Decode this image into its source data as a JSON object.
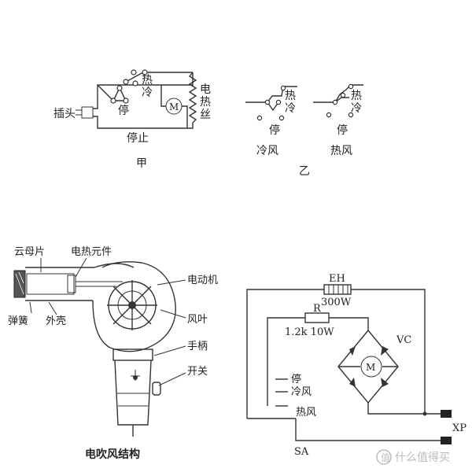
{
  "diagram_jia": {
    "plug_label": "插头",
    "stop_label": "停",
    "hot_label": "热",
    "cold_label": "冷",
    "motor_label": "M",
    "heater_label": "电热丝",
    "bottom_label": "停止",
    "caption": "甲"
  },
  "diagram_yi": {
    "left_hot": "热",
    "left_cold": "冷",
    "left_stop": "停",
    "left_mode": "冷风",
    "right_hot": "热",
    "right_cold": "冷",
    "right_stop": "停",
    "right_mode": "热风",
    "caption": "乙"
  },
  "hairdryer_structure": {
    "mica_label": "云母片",
    "heating_element_label": "电热元件",
    "spring_label": "弹簧",
    "shell_label": "外壳",
    "motor_label": "电动机",
    "fan_label": "风叶",
    "handle_label": "手柄",
    "switch_label": "开关",
    "caption": "电吹风结构"
  },
  "circuit": {
    "eh_label": "EH",
    "eh_value": "300W",
    "r_label": "R",
    "r_value": "1.2k 10W",
    "vc_label": "VC",
    "motor_label": "M",
    "stop_label": "停",
    "cold_label": "冷风",
    "hot_label": "热风",
    "sa_label": "SA",
    "xp_label": "XP"
  },
  "watermark": {
    "text": "什么值得买",
    "icon": "value-icon"
  }
}
